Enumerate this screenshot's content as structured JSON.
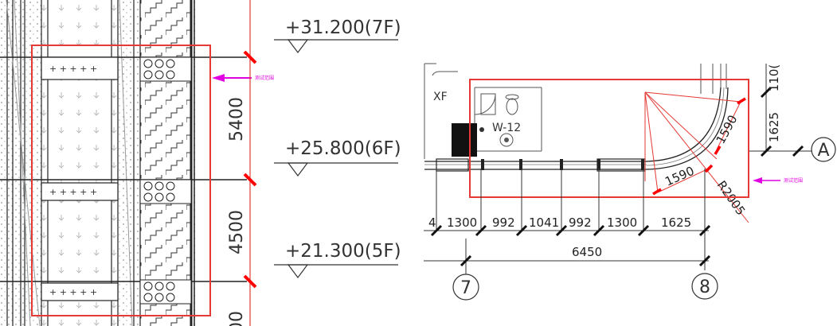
{
  "elevation": {
    "levels": [
      {
        "label": "+31.200(7F)"
      },
      {
        "label": "+25.800(6F)"
      },
      {
        "label": "+21.300(5F)"
      }
    ],
    "spacing_dims": [
      "5400",
      "4500"
    ],
    "partial_dim": "00",
    "test_range_note": "测试范围"
  },
  "plan": {
    "room_labels": {
      "xf": "XF",
      "window": "W-12"
    },
    "radius_label": "R2005",
    "curve_dims": [
      "1590",
      "1590"
    ],
    "right_dims": [
      "1625",
      "110("
    ],
    "test_range_note": "测试范围",
    "bottom_dims": [
      "4",
      "1300",
      "992",
      "1041",
      "992",
      "1300",
      "1625"
    ],
    "total_dim": "6450",
    "axes": [
      "7",
      "8",
      "A"
    ]
  },
  "colors": {
    "line": "#222222",
    "accent_red": "#e53935",
    "tick_red": "#ff0000",
    "arrow_magenta": "#e000e0"
  }
}
